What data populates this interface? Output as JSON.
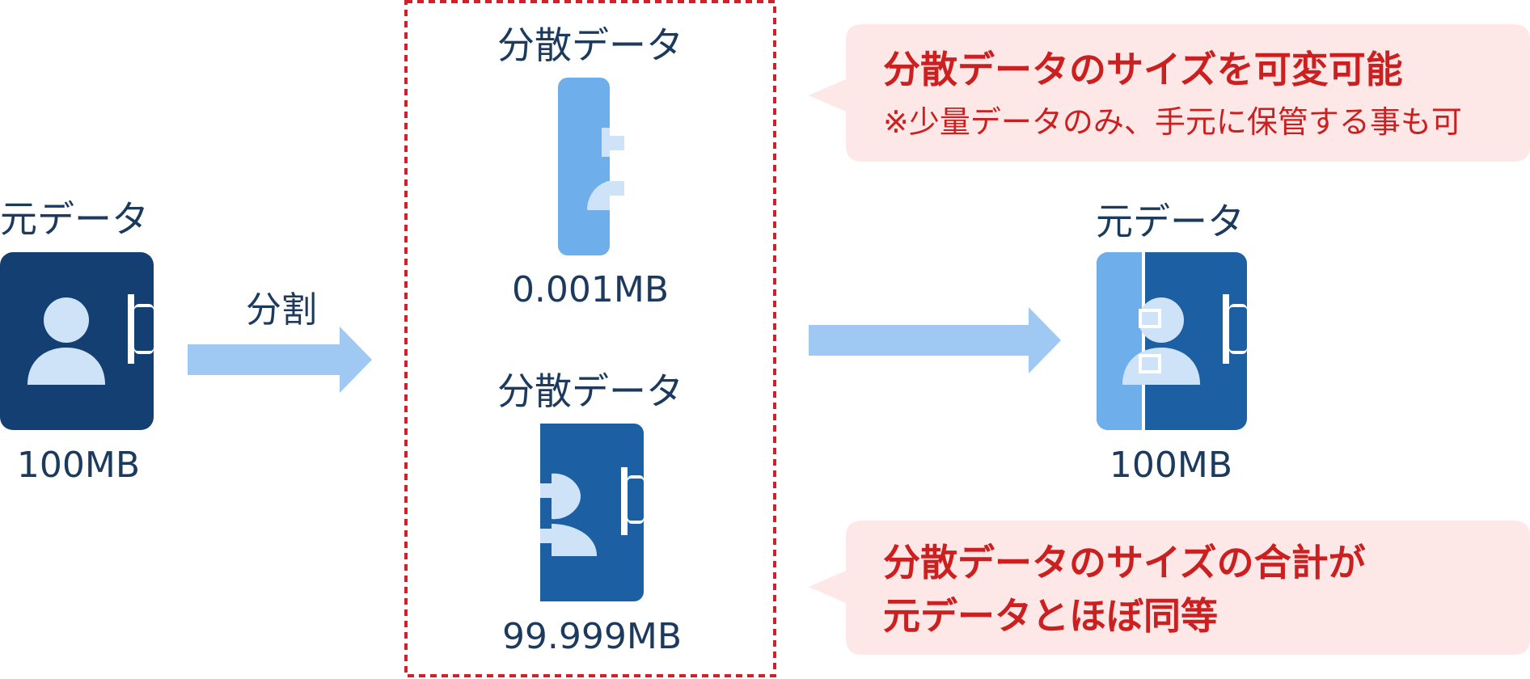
{
  "source": {
    "title": "元データ",
    "size": "100MB"
  },
  "split_step": {
    "label": "分割"
  },
  "fragments": [
    {
      "title": "分散データ",
      "size": "0.001MB"
    },
    {
      "title": "分散データ",
      "size": "99.999MB"
    }
  ],
  "result": {
    "title": "元データ",
    "size": "100MB"
  },
  "callouts": {
    "top": {
      "title": "分散データのサイズを可変可能",
      "note": "※少量データのみ、手元に保管する事も可"
    },
    "bottom": {
      "line1": "分散データのサイズの合計が",
      "line2": "元データとほぼ同等"
    }
  },
  "colors": {
    "dark_blue": "#143f72",
    "mid_blue": "#1c5fa3",
    "light_blue": "#6eaeea",
    "arrow_blue": "#9fc8f3",
    "person_light": "#cfe3f8",
    "label_text": "#1c3a5e",
    "callout_bg": "#fde7e7",
    "callout_text": "#cc1f1f",
    "dashed_border": "#d0202a"
  },
  "icons": {
    "document": "person-document-icon",
    "arrow": "arrow-right-icon"
  }
}
